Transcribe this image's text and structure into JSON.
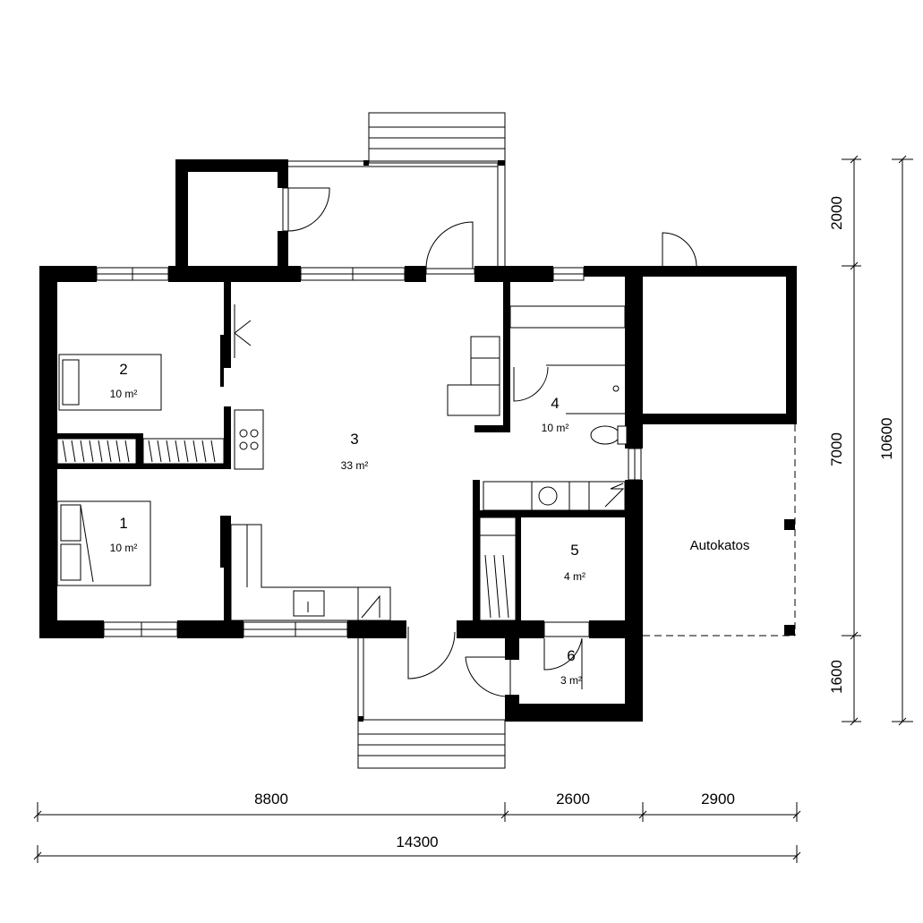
{
  "rooms": [
    {
      "id": "1",
      "number": "1",
      "area": "10 m²"
    },
    {
      "id": "2",
      "number": "2",
      "area": "10 m²"
    },
    {
      "id": "3",
      "number": "3",
      "area": "33 m²"
    },
    {
      "id": "4",
      "number": "4",
      "area": "10 m²"
    },
    {
      "id": "5",
      "number": "5",
      "area": "4 m²"
    },
    {
      "id": "6",
      "number": "6",
      "area": "3 m²"
    }
  ],
  "carport_label": "Autokatos",
  "dimensions": {
    "horizontal": [
      "8800",
      "2600",
      "2900"
    ],
    "total_width": "14300",
    "vertical": [
      "2000",
      "7000",
      "1600"
    ],
    "total_height": "10600"
  }
}
